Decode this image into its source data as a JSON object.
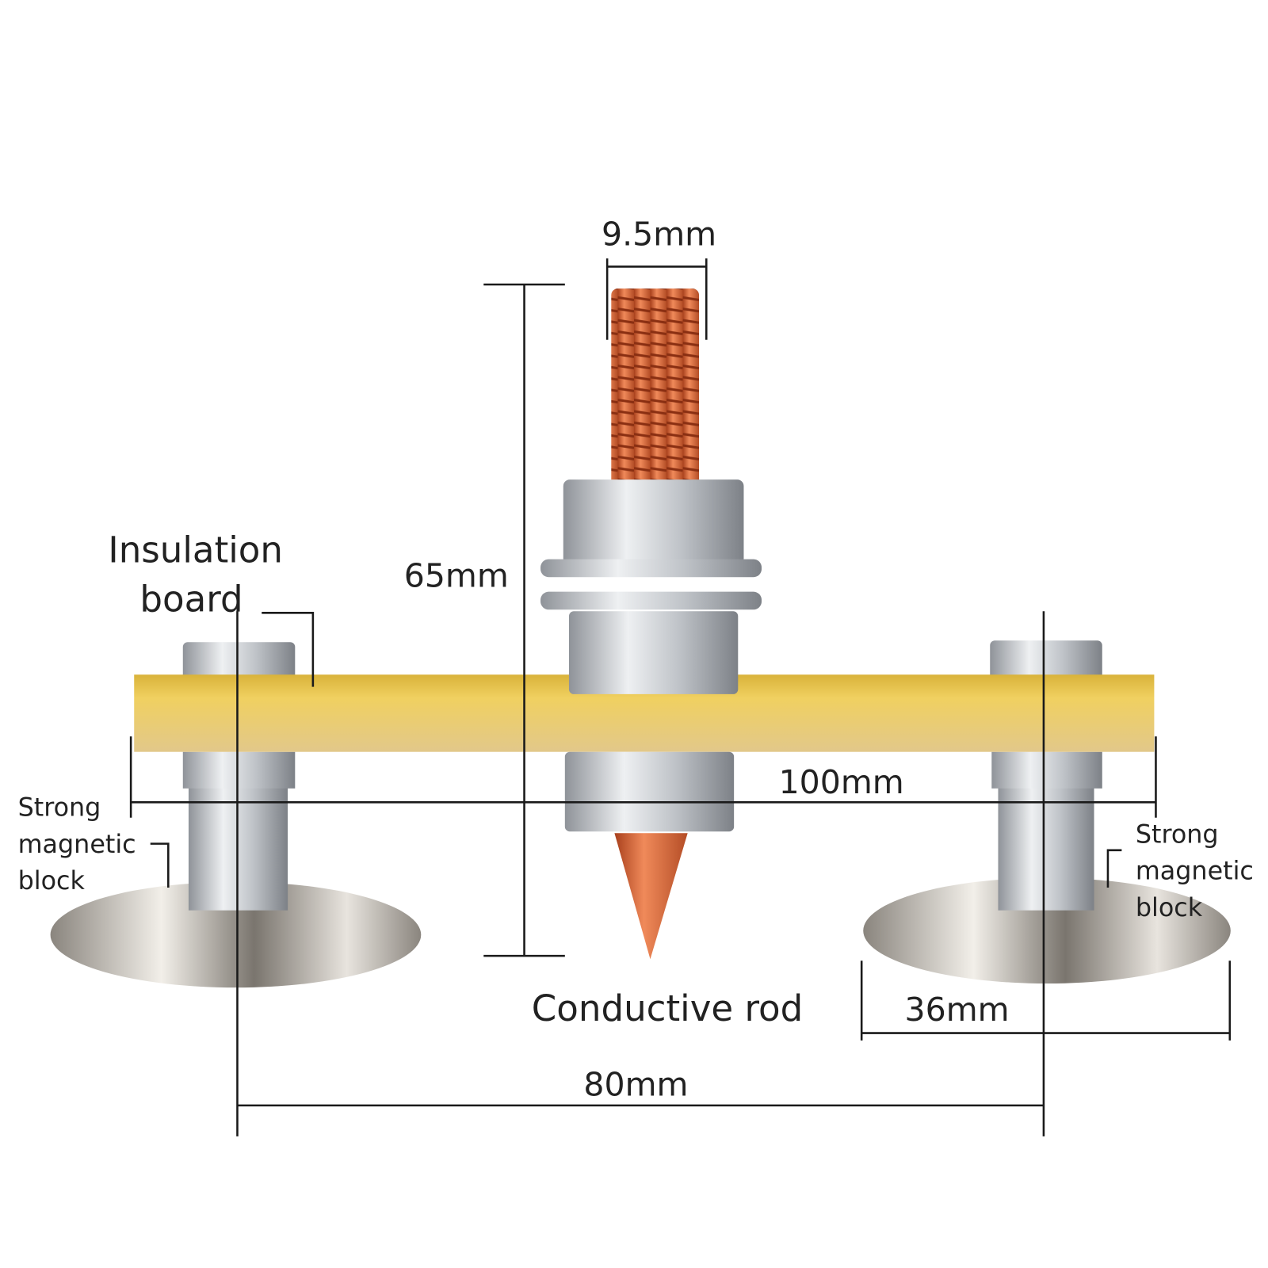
{
  "title": "Welding magnetic ground clamp dimensions",
  "labels": {
    "insulation_board_line1": "Insulation",
    "insulation_board_line2": "board",
    "conductive_rod": "Conductive rod",
    "left_magnet": [
      "Strong",
      "magnetic",
      "block"
    ],
    "right_magnet": [
      "Strong",
      "magnetic",
      "block"
    ]
  },
  "dimensions": {
    "thread_diameter": "9.5mm",
    "height": "65mm",
    "board_length": "100mm",
    "magnet_diameter": "36mm",
    "magnet_spacing": "80mm"
  },
  "colors": {
    "board": "#e6c24a",
    "copper": "#d9683a",
    "steel": "#c9ccd0",
    "magnet": "#b8b4ae"
  }
}
